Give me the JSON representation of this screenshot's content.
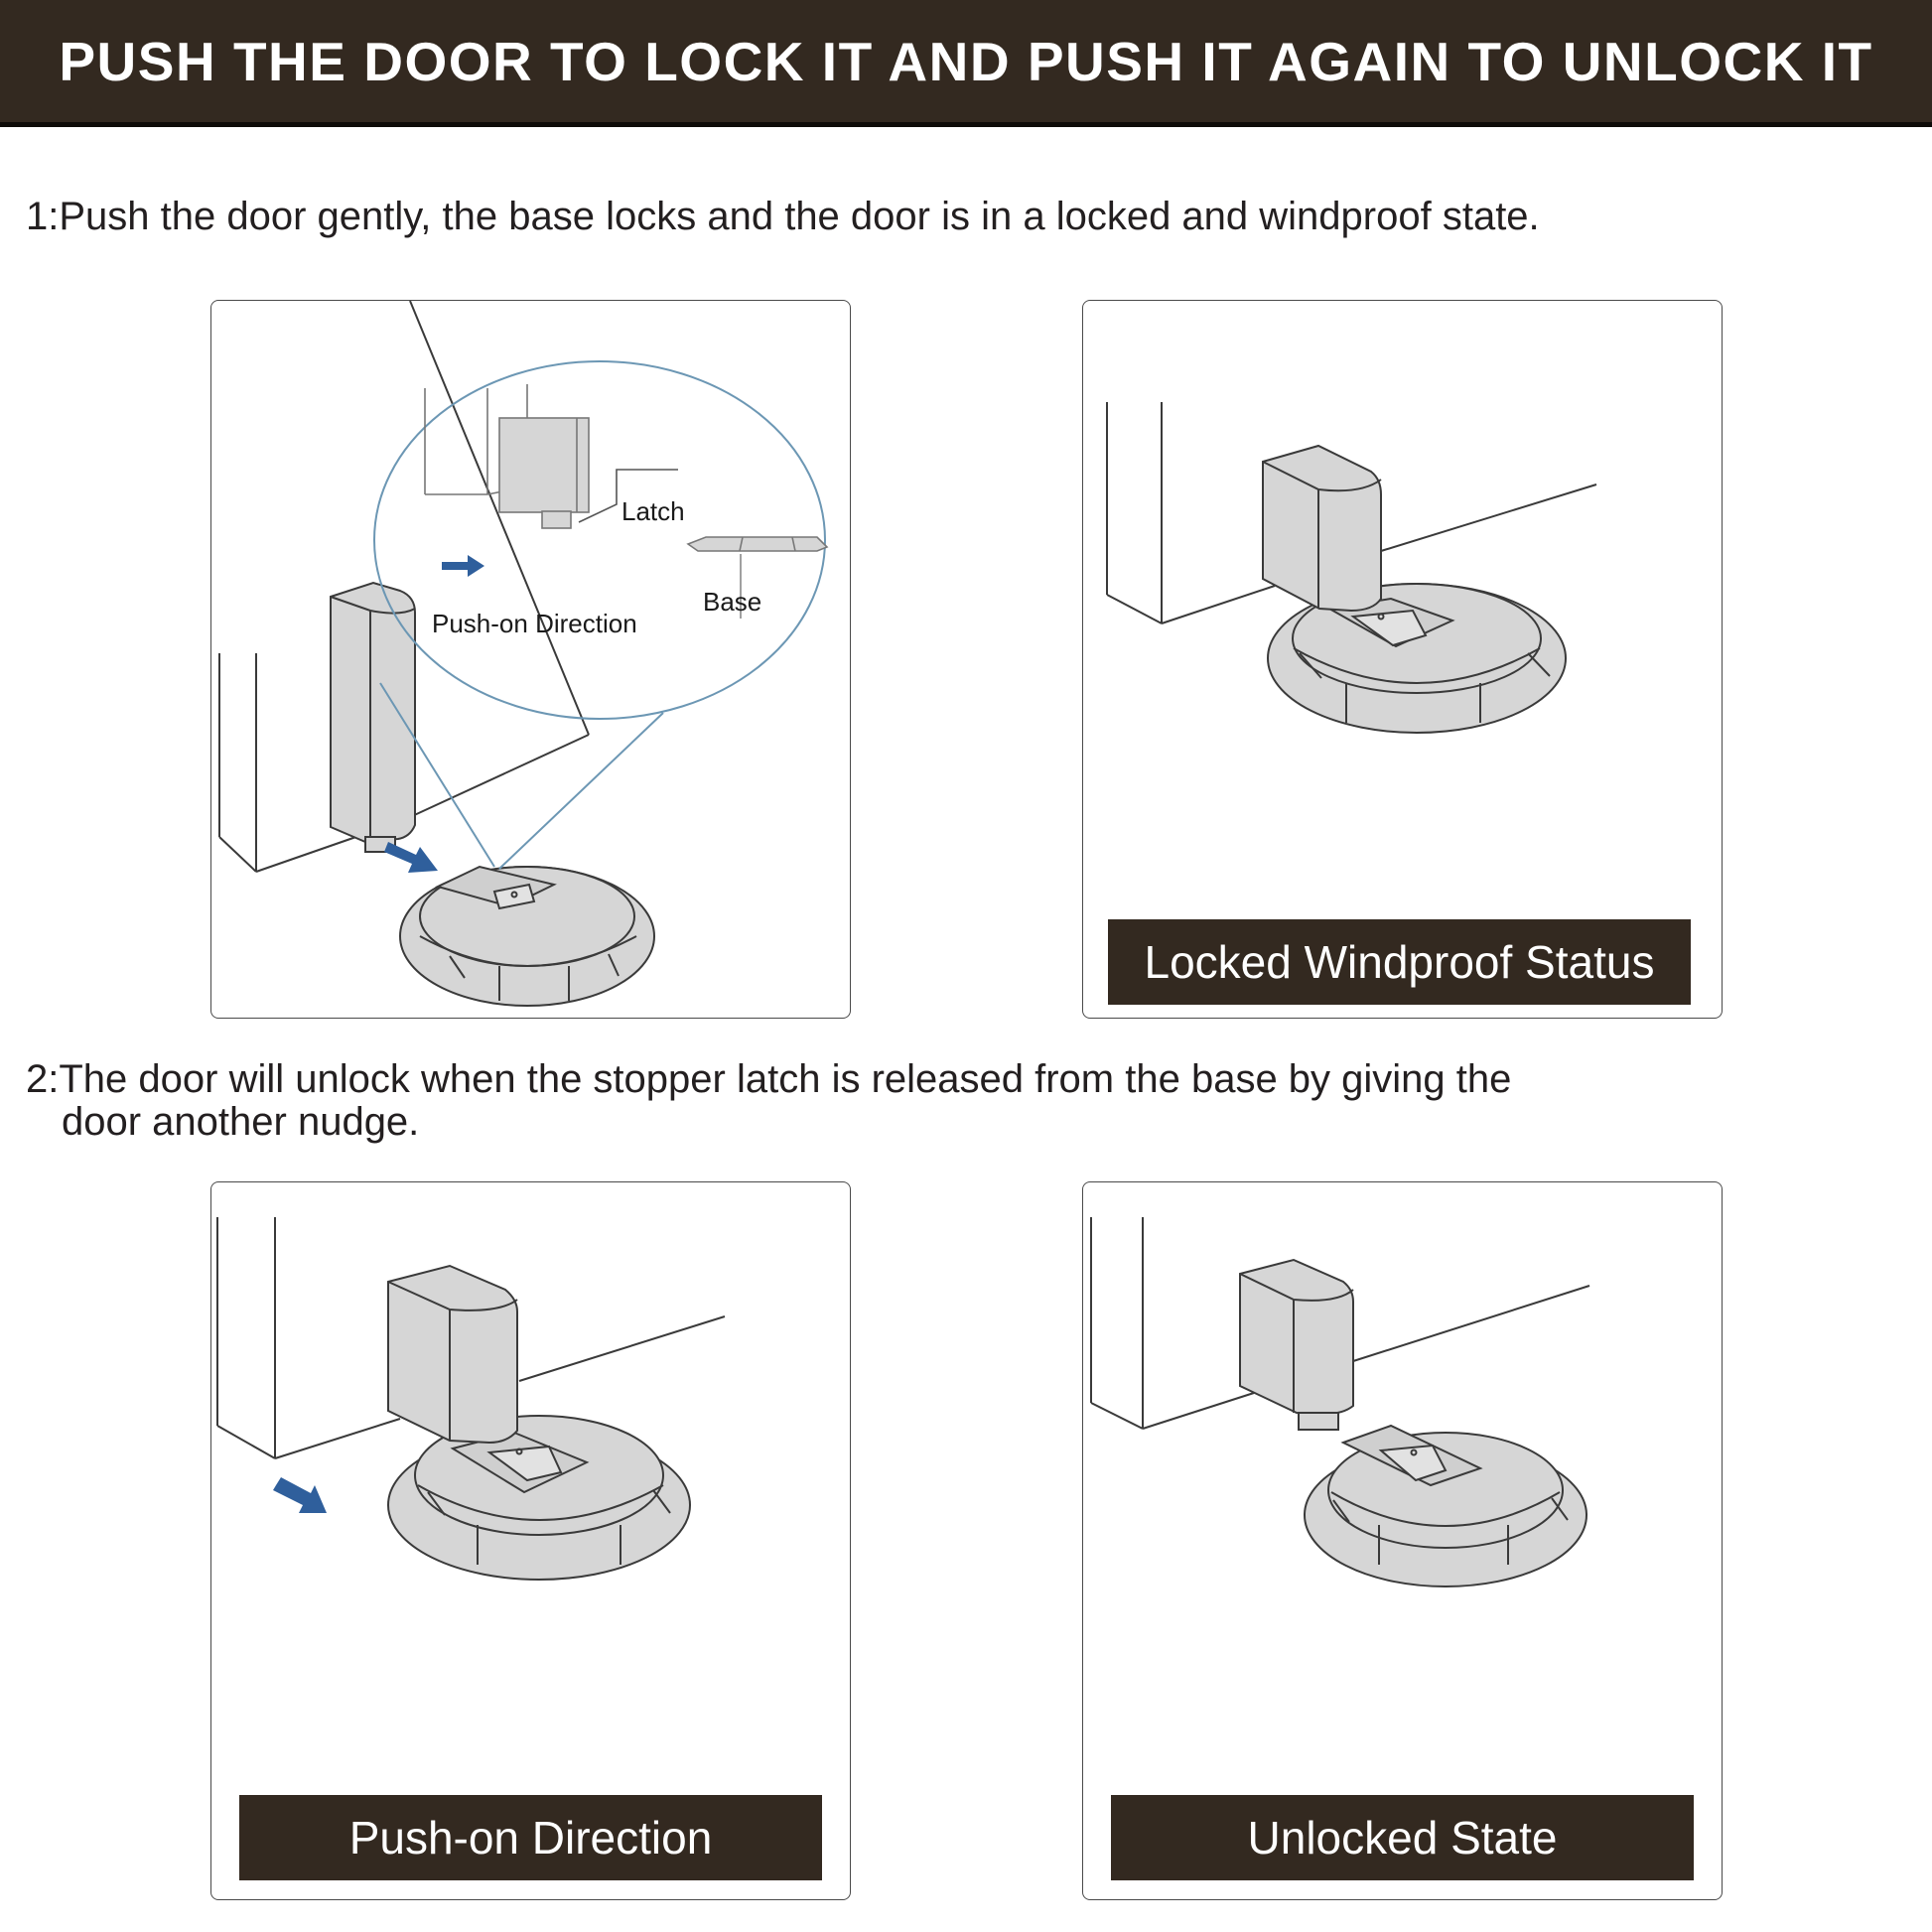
{
  "header": {
    "title": "PUSH THE DOOR TO LOCK IT AND PUSH IT AGAIN TO UNLOCK IT"
  },
  "steps": [
    {
      "text": "1:Push the door gently, the base locks and the door is in a locked and windproof state."
    },
    {
      "text_line1": "2:The door will unlock when the stopper latch is released from the base by giving the",
      "text_line2": "door another nudge."
    }
  ],
  "panels": [
    {
      "id": "push-detail",
      "callout_labels": {
        "latch": "Latch",
        "base": "Base",
        "direction": "Push-on Direction"
      },
      "icons": [
        "door-icon",
        "door-stopper-latch-icon",
        "magnifier-callout-icon",
        "push-arrow-icon",
        "base-plate-icon"
      ]
    },
    {
      "id": "locked",
      "caption": "Locked Windproof Status",
      "icons": [
        "door-icon",
        "door-stopper-latch-icon",
        "base-plate-icon"
      ]
    },
    {
      "id": "push-again",
      "caption": "Push-on Direction",
      "icons": [
        "door-icon",
        "door-stopper-latch-icon",
        "push-arrow-icon",
        "base-plate-icon"
      ]
    },
    {
      "id": "unlocked",
      "caption": "Unlocked State",
      "icons": [
        "door-icon",
        "door-stopper-latch-icon",
        "base-plate-icon"
      ]
    }
  ],
  "colors": {
    "banner": "#332920",
    "arrow": "#2f5f9c",
    "callout_circle": "#6c97b4",
    "device_fill": "#d6d6d6",
    "line": "#3a3a3a"
  }
}
